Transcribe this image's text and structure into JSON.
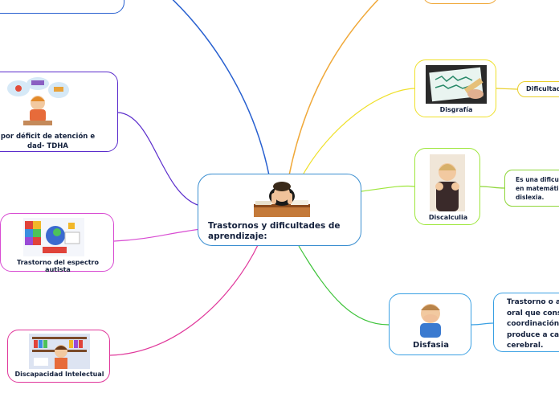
{
  "central": {
    "title": "Trastornos y dificultades de aprendizaje:"
  },
  "left": {
    "tdha": "por déficit de atención e\ndad- TDHA",
    "tea": "Trastorno del espectro autista",
    "di": "Discapacidad Intelectual"
  },
  "right": {
    "disgrafia": "Disgrafía",
    "discalculia": "Discalculia",
    "disfasia": "Disfasia"
  },
  "details": {
    "disgrafia": "Dificultad",
    "discalculia": "Es una dificul\nen matemátic\ndislexia.",
    "disfasia": "Trastorno o a\noral que cons\ncoordinación\nproduce a cau\ncerebral."
  },
  "colors": {
    "topleft": "#2860d0",
    "tdha": "#5b2dcc",
    "tea": "#d84bd2",
    "di": "#e0389b",
    "topright": "#f0a93a",
    "disgrafia": "#efe02a",
    "discalculia": "#9de63a",
    "disfasia": "#3aa0e3"
  }
}
